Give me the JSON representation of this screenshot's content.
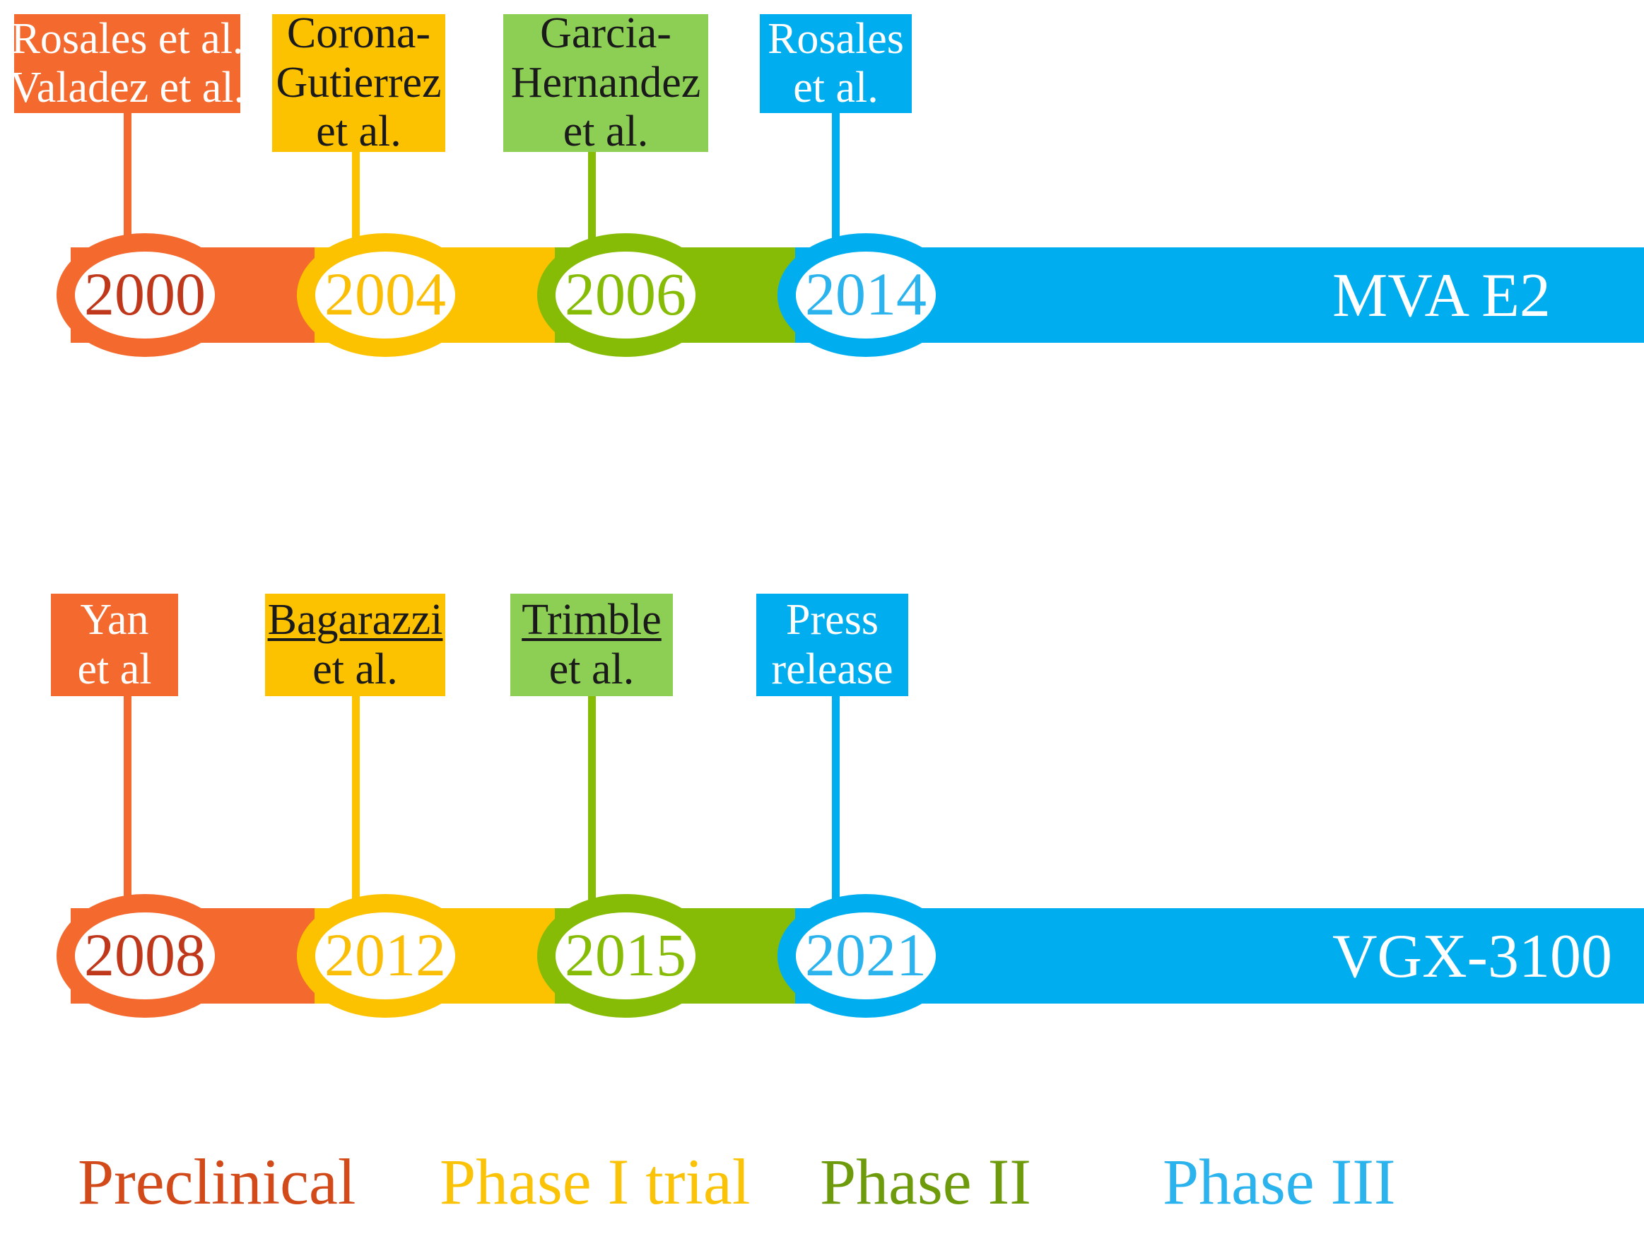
{
  "palette": {
    "orange": "#F4692E",
    "orange_dark": "#C0381B",
    "yellow": "#FCC200",
    "yellow_text": "#F9BE05",
    "green_light": "#8DCE54",
    "green_bar": "#86BC05",
    "blue": "#00AEEF",
    "white": "#FFFFFF",
    "black": "#1A1A1A"
  },
  "rows": [
    {
      "id": "mva-e2",
      "end_label": "MVA E2",
      "nodes": [
        {
          "year": "2000",
          "phase": "Preclinical",
          "color_key": "orange",
          "callout": [
            "Rosales et al.",
            "Valadez et al."
          ],
          "text_color": "white",
          "underline_first": false
        },
        {
          "year": "2004",
          "phase": "Phase I trial",
          "color_key": "yellow",
          "callout": [
            "Corona-",
            "Gutierrez",
            "et al."
          ],
          "text_color": "black",
          "underline_first": false
        },
        {
          "year": "2006",
          "phase": "Phase II",
          "color_key": "green",
          "callout": [
            "Garcia-",
            "Hernandez",
            "et al."
          ],
          "text_color": "black",
          "underline_first": false
        },
        {
          "year": "2014",
          "phase": "Phase III",
          "color_key": "blue",
          "callout": [
            "Rosales",
            "et al."
          ],
          "text_color": "white",
          "underline_first": false
        }
      ]
    },
    {
      "id": "vgx-3100",
      "end_label": "VGX-3100",
      "nodes": [
        {
          "year": "2008",
          "phase": "Preclinical",
          "color_key": "orange",
          "callout": [
            "Yan",
            "et al"
          ],
          "text_color": "white",
          "underline_first": false
        },
        {
          "year": "2012",
          "phase": "Phase I trial",
          "color_key": "yellow",
          "callout": [
            "Bagarazzi",
            "et al."
          ],
          "text_color": "black",
          "underline_first": true
        },
        {
          "year": "2015",
          "phase": "Phase II",
          "color_key": "green",
          "callout": [
            "Trimble",
            "et al."
          ],
          "text_color": "black",
          "underline_first": true
        },
        {
          "year": "2021",
          "phase": "Phase III",
          "color_key": "blue",
          "callout": [
            "Press",
            "release"
          ],
          "text_color": "white",
          "underline_first": false
        }
      ]
    }
  ],
  "legend": {
    "items": [
      {
        "label": "Preclinical",
        "color": "#D2491A"
      },
      {
        "label": "Phase I trial",
        "color": "#FBC307"
      },
      {
        "label": "Phase II",
        "color": "#6E9B0C"
      },
      {
        "label": "Phase III",
        "color": "#2BB3EE"
      }
    ]
  }
}
